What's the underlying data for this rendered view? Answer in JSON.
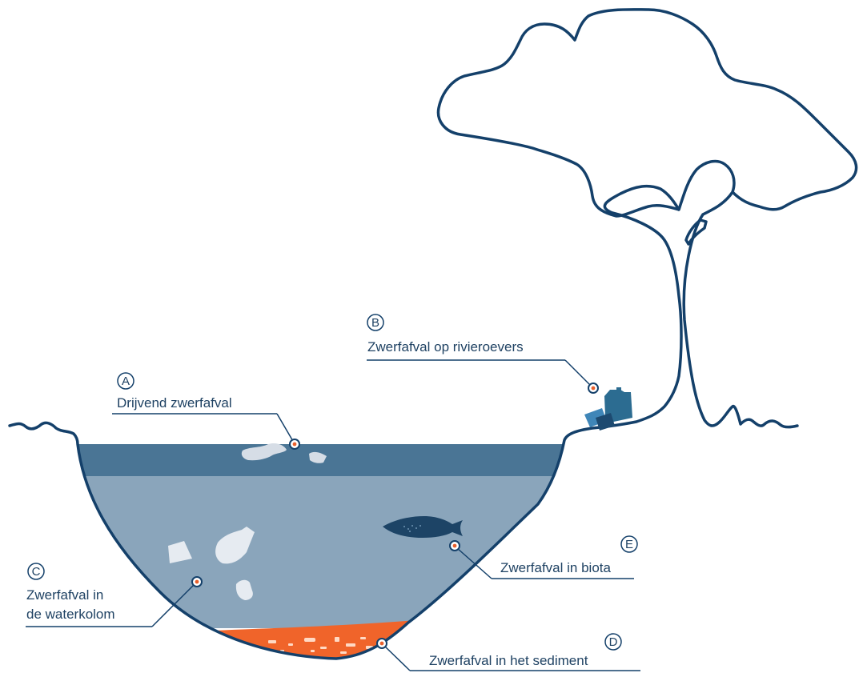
{
  "colors": {
    "outline": "#14406a",
    "water_surface": "#4a7595",
    "water_column": "#8aa5bb",
    "sediment": "#f0642a",
    "litter_light": "#d6dde6",
    "fish": "#1d4466",
    "bottle": "#2c6c91",
    "marker_dot": "#e8602d"
  },
  "labels": {
    "a": {
      "letter": "A",
      "text": "Drijvend zwerfafval"
    },
    "b": {
      "letter": "B",
      "text": "Zwerfafval op rivieroevers"
    },
    "c": {
      "letter": "C",
      "text_line1": "Zwerfafval in",
      "text_line2": "de waterkolom"
    },
    "d": {
      "letter": "D",
      "text": "Zwerfafval in het sediment"
    },
    "e": {
      "letter": "E",
      "text": "Zwerfafval in biota"
    }
  }
}
